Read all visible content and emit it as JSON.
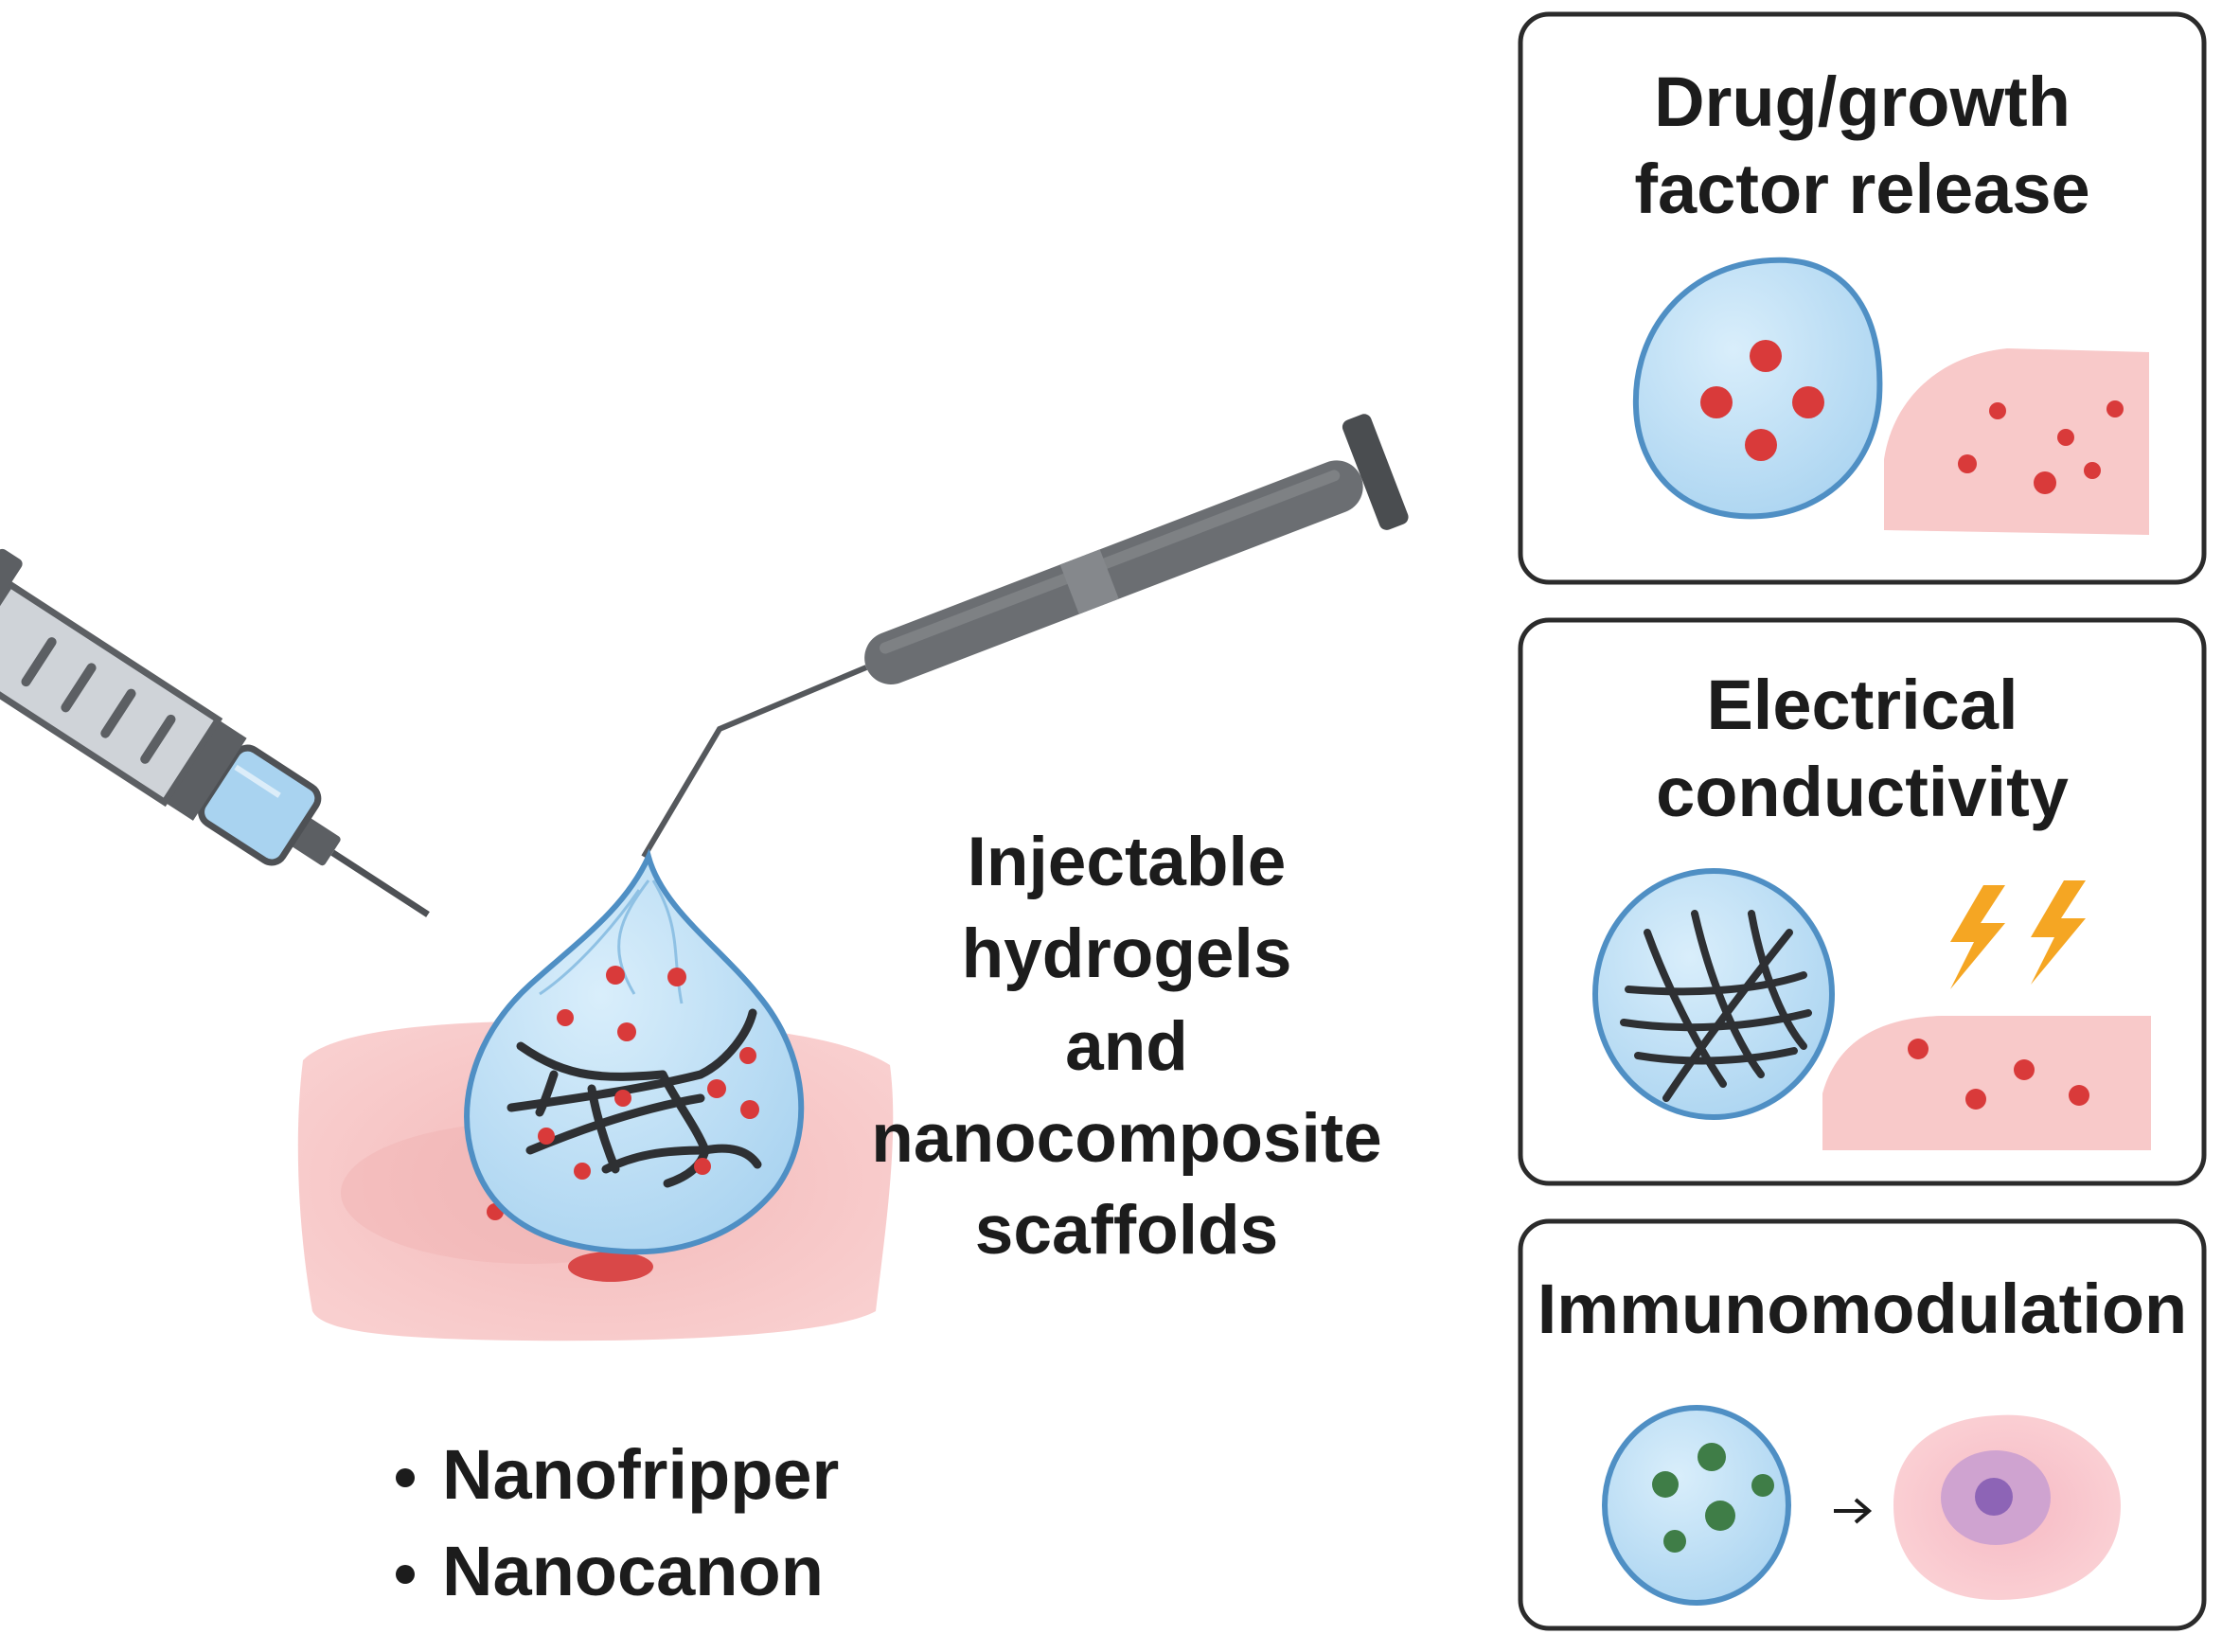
{
  "main_label": {
    "lines": [
      "Injectable",
      "hydrogels",
      "and",
      "nanocomposite",
      "scaffolds"
    ]
  },
  "bullets": [
    "Nanofripper",
    "Nanocanon"
  ],
  "panels": [
    {
      "id": "drug",
      "title_lines": [
        "Drug/growth",
        "factor release"
      ]
    },
    {
      "id": "electrical",
      "title_lines": [
        "Electrical",
        "conductivity"
      ]
    },
    {
      "id": "immuno",
      "title_lines": [
        "Immunomodulation"
      ]
    }
  ],
  "colors": {
    "hydrogel_fill": "#bfe0f5",
    "hydrogel_stroke": "#4f8fc4",
    "tissue": "#f8c9c9",
    "particle_red": "#d93a3a",
    "particle_green": "#3f7d47",
    "lightning": "#f5a623",
    "syringe_gray": "#5c5f63",
    "panel_border": "#2b2b2b"
  },
  "icons": [
    "syringe-icon",
    "needle-pen-icon",
    "hydrogel-droplet-icon",
    "lightning-icon",
    "arrow-right-icon",
    "cell-icon"
  ]
}
